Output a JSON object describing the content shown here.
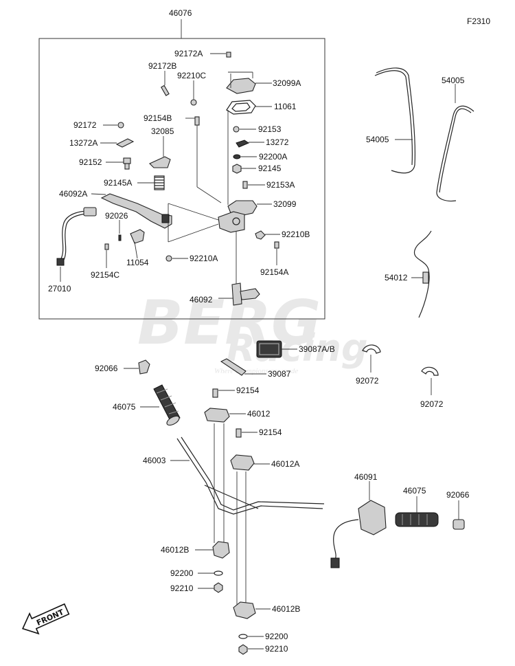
{
  "figure_code": "F2310",
  "assembly_label": "46076",
  "front_label": "FRONT",
  "watermark": {
    "brand_line1": "BERG",
    "brand_line2": "Racing",
    "tagline": "Where champions are made"
  },
  "labels": {
    "p92172A": "92172A",
    "p92172B": "92172B",
    "p92210C": "92210C",
    "p32099A": "32099A",
    "p11061": "11061",
    "p92154B": "92154B",
    "p92172": "92172",
    "p32085": "32085",
    "p92153": "92153",
    "p13272A": "13272A",
    "p13272": "13272",
    "p92152": "92152",
    "p92200A": "92200A",
    "p92145": "92145",
    "p92145A": "92145A",
    "p92153A": "92153A",
    "p46092A": "46092A",
    "p32099": "32099",
    "p92026": "92026",
    "p92210B": "92210B",
    "p27010": "27010",
    "p92154C": "92154C",
    "p11054": "11054",
    "p92210A": "92210A",
    "p92154A": "92154A",
    "p46092": "46092",
    "p54005_top": "54005",
    "p54005_left": "54005",
    "p54012": "54012",
    "p39087AB": "39087A/B",
    "p92072_a": "92072",
    "p92072_b": "92072",
    "p92066_left": "92066",
    "p39087": "39087",
    "p92154_a": "92154",
    "p46075_left": "46075",
    "p46012": "46012",
    "p92154_b": "92154",
    "p46003": "46003",
    "p46012A": "46012A",
    "p46091": "46091",
    "p46075_right": "46075",
    "p92066_right": "92066",
    "p46012B_a": "46012B",
    "p92200_a": "92200",
    "p92210_a": "92210",
    "p46012B_b": "46012B",
    "p92200_b": "92200",
    "p92210_b": "92210"
  }
}
